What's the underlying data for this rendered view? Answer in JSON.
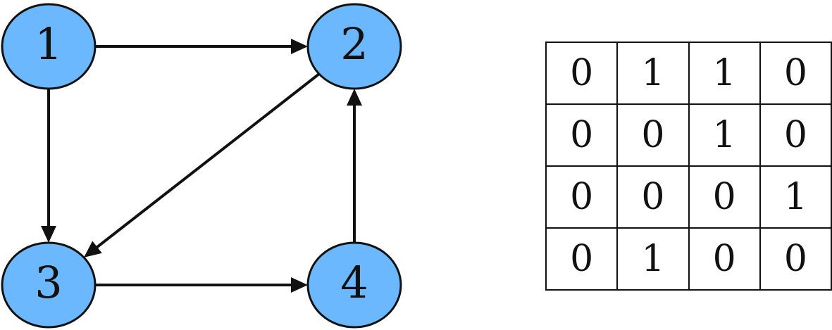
{
  "graph": {
    "node_fill": "#6cb8ff",
    "node_stroke": "#111111",
    "edge_color": "#111111",
    "nodes": [
      {
        "id": "1",
        "label": "1"
      },
      {
        "id": "2",
        "label": "2"
      },
      {
        "id": "3",
        "label": "3"
      },
      {
        "id": "4",
        "label": "4"
      }
    ],
    "edges": [
      {
        "from": "1",
        "to": "2"
      },
      {
        "from": "1",
        "to": "3"
      },
      {
        "from": "2",
        "to": "3"
      },
      {
        "from": "3",
        "to": "4"
      },
      {
        "from": "4",
        "to": "2"
      }
    ]
  },
  "matrix": {
    "rows": [
      [
        "0",
        "1",
        "1",
        "0"
      ],
      [
        "0",
        "0",
        "1",
        "0"
      ],
      [
        "0",
        "0",
        "0",
        "1"
      ],
      [
        "0",
        "1",
        "0",
        "0"
      ]
    ]
  }
}
